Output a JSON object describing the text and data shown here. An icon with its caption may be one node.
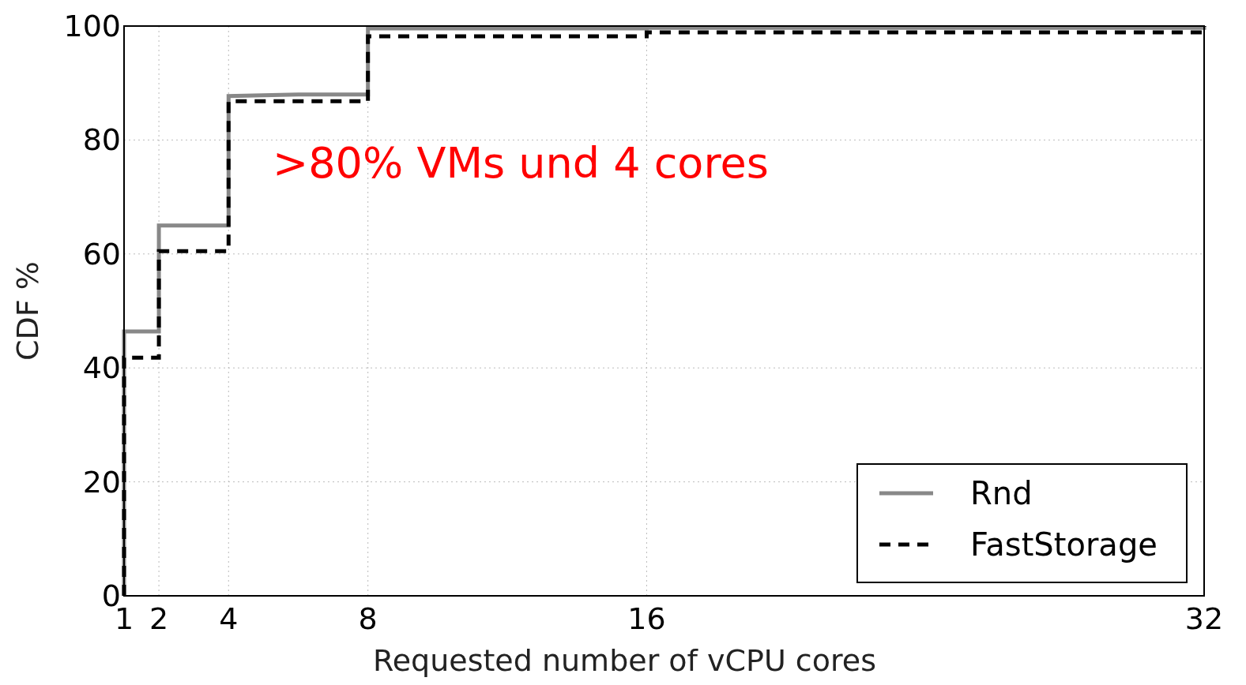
{
  "diagram": {
    "chart_data": {
      "type": "line",
      "xlabel": "Requested number of vCPU cores",
      "ylabel": "CDF %",
      "x": [
        1,
        1,
        2,
        2,
        4,
        4,
        6,
        8,
        8,
        16,
        16,
        32,
        32
      ],
      "series": [
        {
          "name": "Rnd",
          "color": "#888888",
          "line_style": "solid",
          "values": [
            0,
            46.4,
            46.4,
            65,
            65,
            87.7,
            88,
            88,
            99.6,
            99.6,
            99.7,
            99.7,
            100
          ]
        },
        {
          "name": "FastStorage",
          "color": "#000000",
          "line_style": "dashed",
          "values": [
            0,
            41.8,
            41.8,
            60.5,
            60.5,
            86.8,
            86.8,
            86.8,
            98.2,
            98.2,
            98.9,
            98.9,
            100
          ]
        }
      ],
      "xlim": [
        1,
        32
      ],
      "ylim": [
        0,
        100
      ],
      "xticks": [
        1,
        2,
        4,
        8,
        16,
        32
      ],
      "yticks": [
        0,
        20,
        40,
        60,
        80,
        100
      ],
      "grid": true,
      "legend": true,
      "annotations": [
        ">80% VMs und 4 cores"
      ]
    }
  }
}
